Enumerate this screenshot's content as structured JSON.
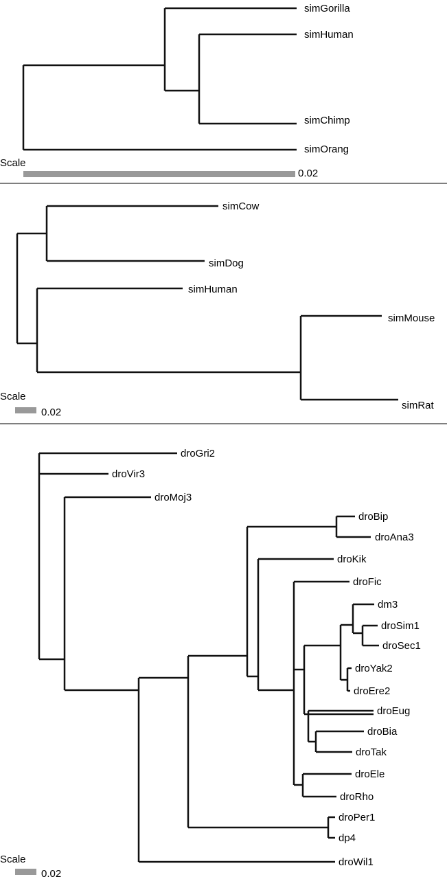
{
  "panels": [
    {
      "scale_label": "Scale",
      "scale_value": "0.02",
      "edge_color": "#111111",
      "scale_color": "#999999",
      "leaves": [
        "simGorilla",
        "simHuman",
        "simChimp",
        "simOrang"
      ]
    },
    {
      "scale_label": "Scale",
      "scale_value": "0.02",
      "edge_color": "#111111",
      "scale_color": "#999999",
      "leaves": [
        "simCow",
        "simDog",
        "simHuman",
        "simMouse",
        "simRat"
      ]
    },
    {
      "scale_label": "Scale",
      "scale_value": "0.02",
      "edge_color": "#111111",
      "scale_color": "#999999",
      "leaves": [
        "droGri2",
        "droVir3",
        "droMoj3",
        "droBip",
        "droAna3",
        "droKik",
        "droFic",
        "dm3",
        "droSim1",
        "droSec1",
        "droYak2",
        "droEre2",
        "droEug",
        "droBia",
        "droTak",
        "droEle",
        "droRho",
        "droPer1",
        "dp4",
        "droWil1"
      ]
    }
  ]
}
